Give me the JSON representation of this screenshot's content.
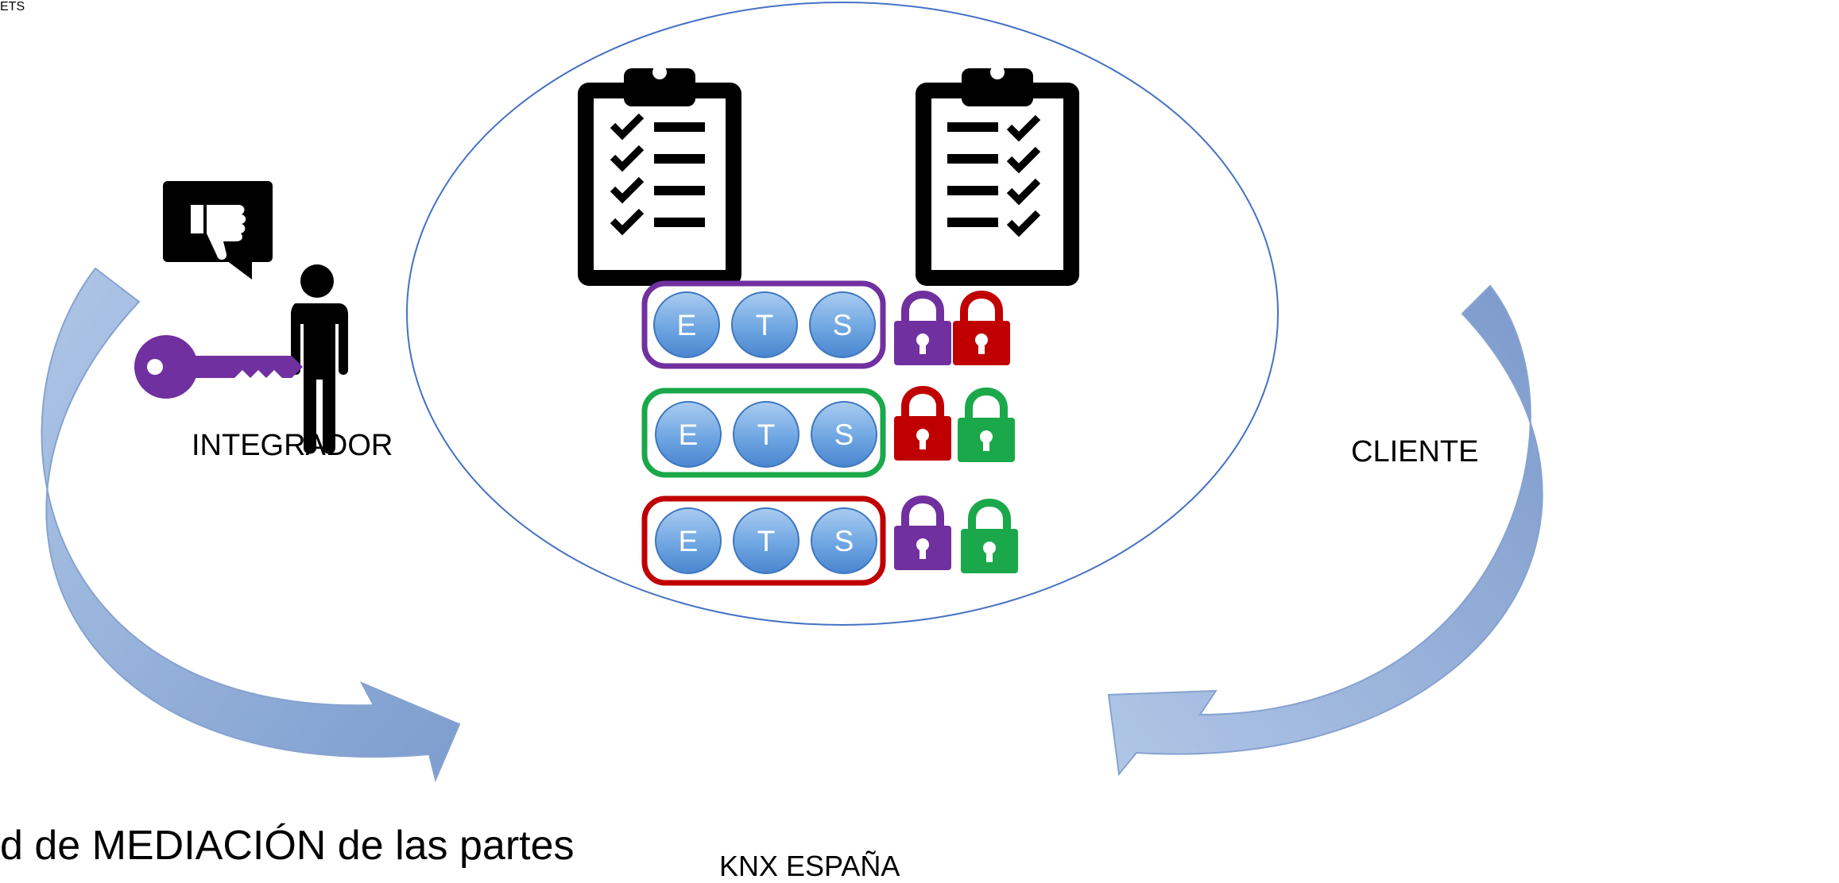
{
  "labels": {
    "integrador": "INTEGRADOR",
    "cliente": "CLIENTE",
    "knx_espana": "KNX ESPAÑA",
    "bottom_text": "d de MEDIACIÓN de las partes",
    "ets_badge": "ETS"
  },
  "ets_letters": [
    "E",
    "T",
    "S"
  ],
  "colors": {
    "purple": "#7030a0",
    "green": "#1aa84a",
    "red": "#c00000",
    "blue_circle": "#5b9bd5",
    "outline_blue": "#0070c0"
  },
  "icons": {
    "integrador": [
      "thumbs-down-speech-icon",
      "person-icon",
      "key-icon"
    ],
    "cliente": [
      "thumbs-up-speech-icon",
      "person-outline-icon",
      "key-icon"
    ],
    "center": [
      "clipboard-checklist-icon",
      "padlock-icon"
    ],
    "bottom": [
      "heart-hand-icon",
      "eye-slash-icon",
      "speaker-podium-icon",
      "key-icon"
    ],
    "top_right": [
      "file-compress-icon"
    ]
  }
}
